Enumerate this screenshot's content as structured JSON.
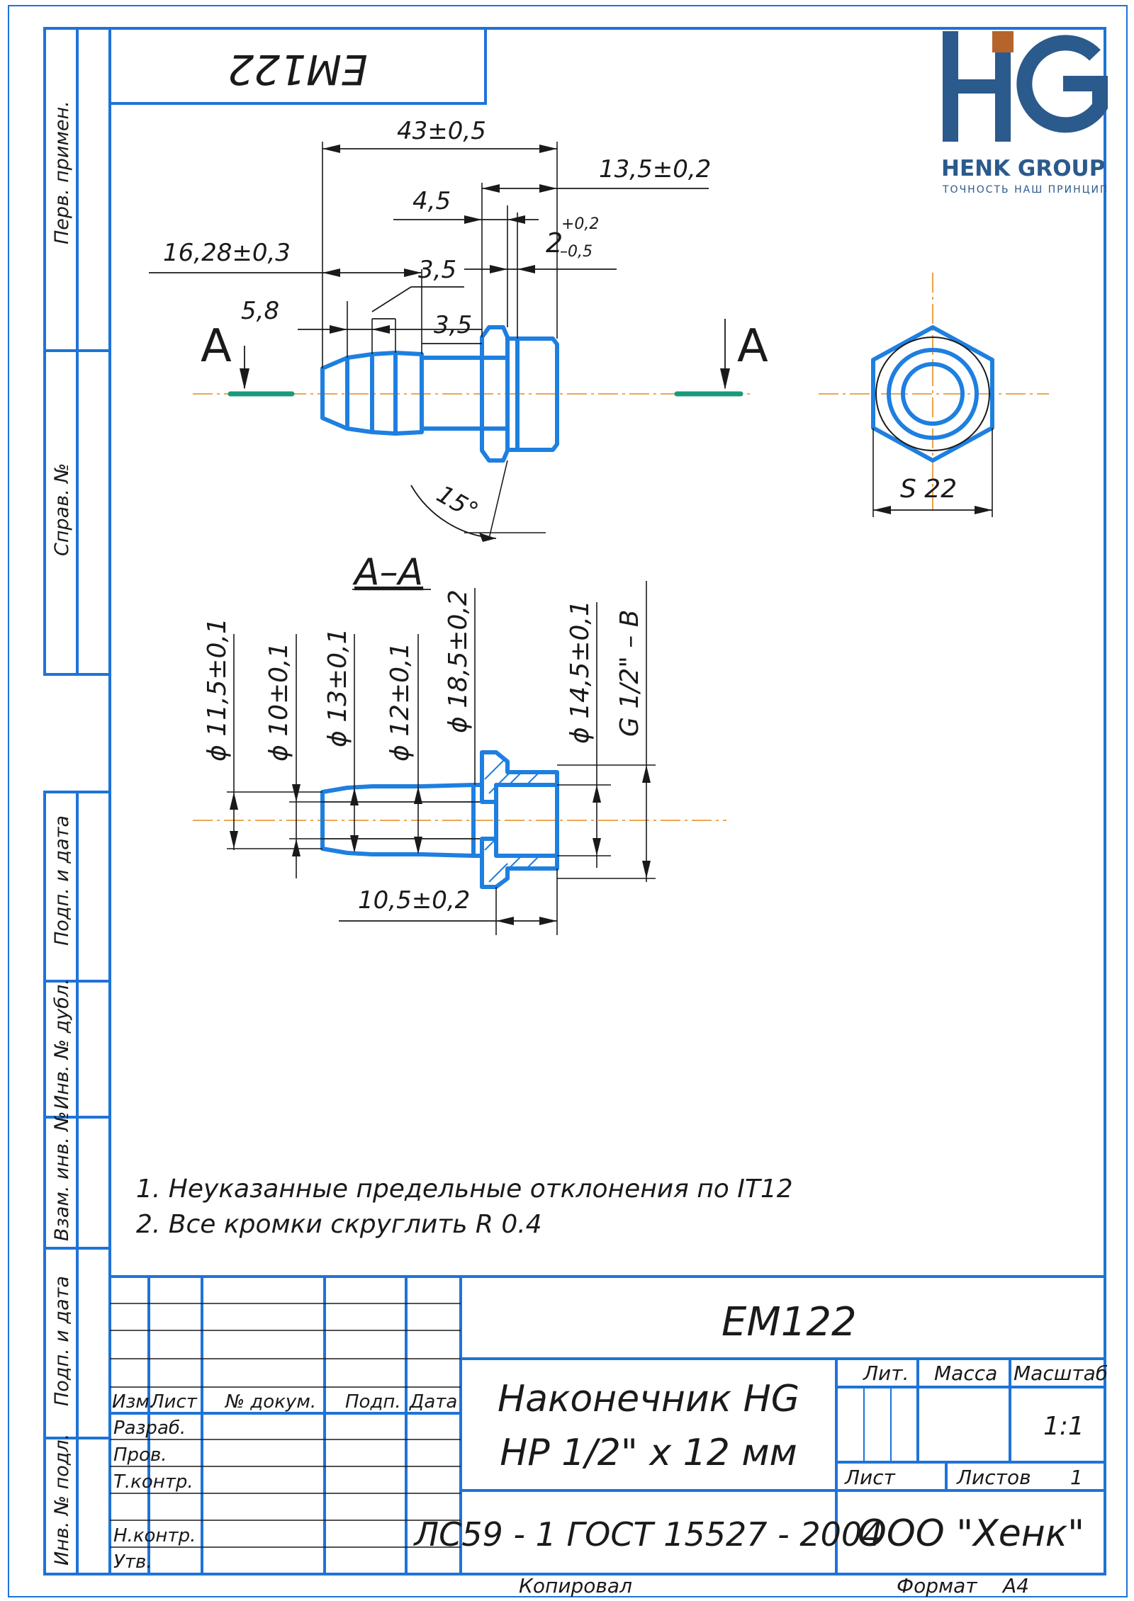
{
  "top_stamp": "EM122",
  "logo": {
    "letters": "HG",
    "name": "HENK GROUP",
    "tagline": "ТОЧНОСТЬ НАШ ПРИНЦИП",
    "colors": {
      "blue": "#2b5a8c",
      "copper": "#b5652b"
    }
  },
  "side_labels": {
    "perv_primen": "Перв. примен.",
    "sprav_no": "Справ. №",
    "podp_data_1": "Подп. и дата",
    "inv_dubl": "Инв. № дубл.",
    "vzam_inv": "Взам. инв. №",
    "podp_data_2": "Подп. и дата",
    "inv_podl": "Инв. № подл."
  },
  "section_label": "A",
  "section_title": "А–А",
  "dimensions": {
    "d43": "43±0,5",
    "d13_5": "13,5±0,2",
    "d4_5": "4,5",
    "d2": "2",
    "d2_tol_up": "+0,2",
    "d2_tol_down": "–0,5",
    "d16_28": "16,28±0,3",
    "d3_5a": "3,5",
    "d5_8": "5,8",
    "d3_5b": "3,5",
    "angle": "15°",
    "s22": "S 22",
    "phi11_5": "ϕ 11,5±0,1",
    "phi10": "ϕ 10±0,1",
    "phi13": "ϕ 13±0,1",
    "phi12": "ϕ 12±0,1",
    "phi18_5": "ϕ 18,5±0,2",
    "phi14_5": "ϕ 14,5±0,1",
    "thread": "G 1/2\" – B",
    "d10_5": "10,5±0,2"
  },
  "notes": [
    "1. Неуказанные предельные отклонения по IT12",
    "2. Все кромки скруглить R 0.4"
  ],
  "title_block": {
    "designation": "EM122",
    "part_name_1": "Наконечник HG",
    "part_name_2": "НР 1/2\" х 12 мм",
    "material": "ЛС59 - 1 ГОСТ 15527 - 2004",
    "company": "ООО \"Хенк\"",
    "lit": "Лит.",
    "massa": "Масса",
    "masshtab": "Масштаб",
    "scale": "1:1",
    "list": "Лист",
    "listov": "Листов",
    "listov_value": "1",
    "izm": "Изм.",
    "list_col": "Лист",
    "doc_no": "№ докум.",
    "podp": "Подп.",
    "data": "Дата",
    "razrab": "Разраб.",
    "prov": "Пров.",
    "tkontr": "Т.контр.",
    "nkontr": "Н.контр.",
    "utv": "Утв."
  },
  "footer": {
    "copied": "Копировал",
    "format_label": "Формат",
    "format_value": "A4"
  }
}
